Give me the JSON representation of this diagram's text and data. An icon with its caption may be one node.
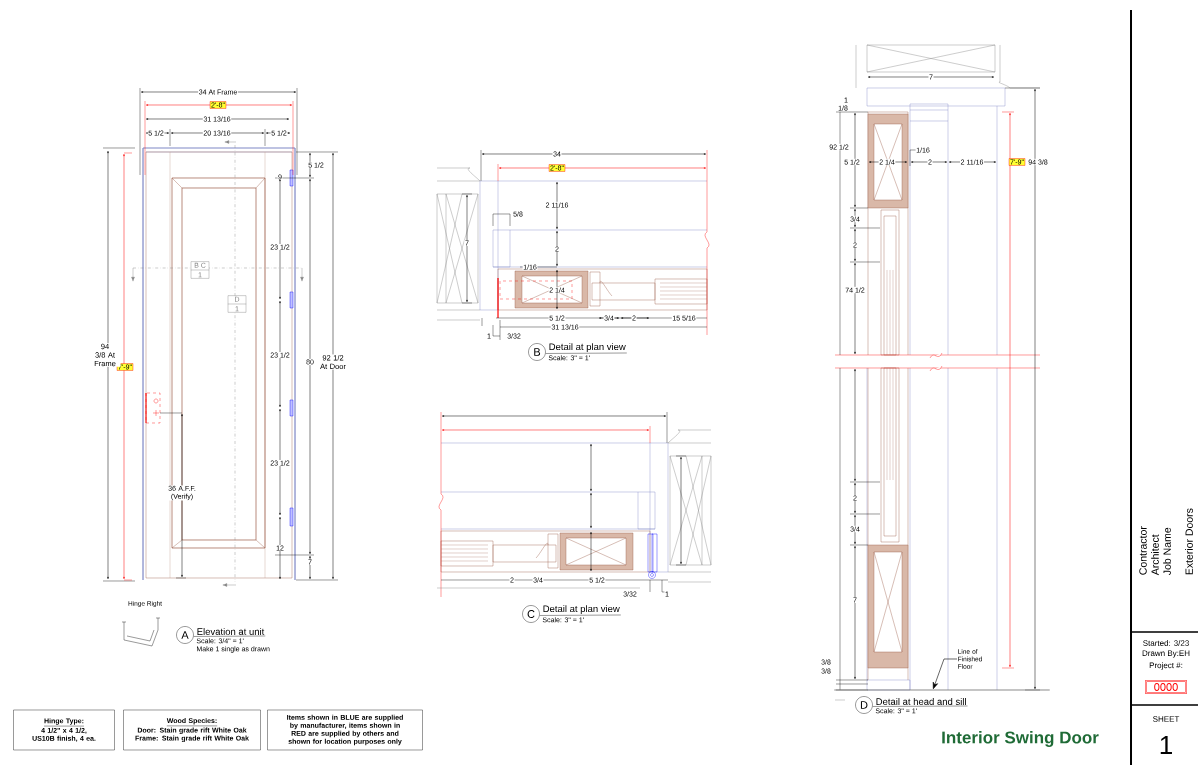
{
  "diagram": {
    "title": "Interior Swing Door",
    "nodes": [
      {
        "text": [
          "2'-8\""
        ]
      },
      {
        "text": [
          "7'-9\""
        ]
      },
      {
        "text": [
          "B C",
          "1"
        ]
      },
      {
        "text": [
          "D",
          "1"
        ]
      },
      {
        "text": [
          "A"
        ],
        "beside": [
          "Elevation at unit",
          "Scale: 3/4\" = 1'",
          "Make 1 single as drawn"
        ]
      },
      {
        "text": [
          "2'-8\""
        ]
      },
      {
        "text": [
          "B"
        ],
        "beside": [
          "Detail at plan view",
          "Scale: 3\" = 1'"
        ]
      },
      {
        "text": [
          "C"
        ],
        "beside": [
          "Detail at plan view",
          "Scale: 3\" = 1'"
        ]
      },
      {
        "text": [
          "7'-9\""
        ]
      },
      {
        "text": [
          "Line of Finished Floor"
        ]
      },
      {
        "text": [
          "D"
        ],
        "beside": [
          "Detail at head and sill",
          "Scale: 3\" = 1'"
        ]
      },
      {
        "text": [
          "Hinge Type:",
          "4 1/2\" x 4 1/2, US10B finish, 4 ea."
        ]
      },
      {
        "text": [
          "Wood Species:",
          "Door: Stain grade rift White Oak",
          "Frame: Stain grade rift White Oak"
        ]
      },
      {
        "text": [
          "Items shown in BLUE are supplied by manufacturer, items shown in RED are supplied by others and shown for location purposes only"
        ]
      },
      {
        "text": [
          "0000"
        ]
      },
      {
        "text": [],
        "shape": "bar"
      }
    ],
    "edges": [
      {
        "from": 9,
        "to": 15,
        "arrow": "to"
      }
    ],
    "labels": [
      "34 At Frame",
      "31 13/16",
      "5 1/2",
      "20 13/16",
      "5 1/2",
      "5 1/2",
      "9",
      "23 1/2",
      "94 3/8 At Frame",
      "80",
      "92 1/2 At Door",
      "23 1/2",
      "23 1/2",
      "36 A.F.F. (Verify)",
      "12",
      "7",
      "Hinge Right",
      "34",
      "2 11/16",
      "5/8",
      "7",
      "2",
      "1/16",
      "2 1/4",
      "5 1/2",
      "3/4",
      "2",
      "15 5/16",
      "31 13/16",
      "1",
      "3/32",
      "2",
      "3/4",
      "5 1/2",
      "3/32",
      "1",
      "7",
      "1",
      "1/8",
      "92 1/2",
      "5 1/2",
      "2 1/4",
      "1/16",
      "2",
      "2 11/16",
      "94 3/8",
      "3/4",
      "2",
      "74 1/2",
      "2",
      "3/4",
      "7",
      "3/8",
      "3/8",
      "Contractor",
      "Architect",
      "Job Name",
      "Exterior Doors",
      "Started: 3/23",
      "Drawn By:EH",
      "Project #:",
      "SHEET",
      "1"
    ]
  }
}
